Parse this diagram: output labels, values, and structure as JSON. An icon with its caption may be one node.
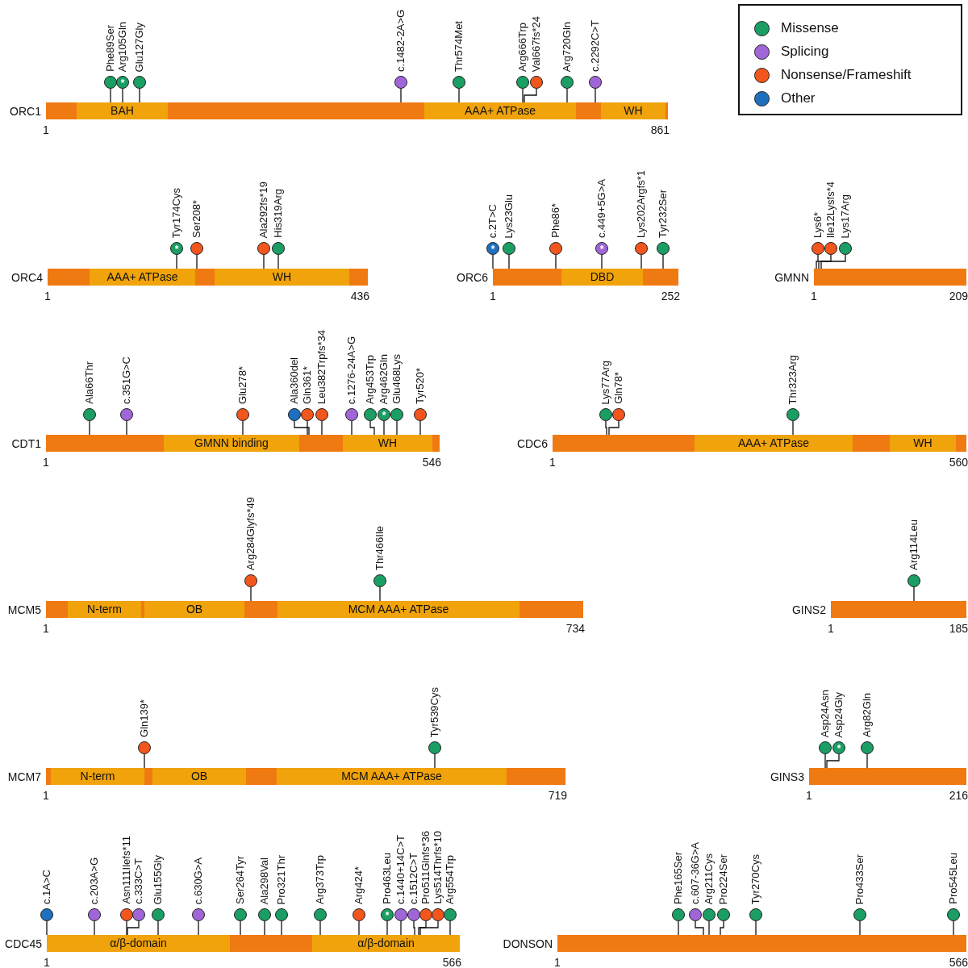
{
  "diagram": {
    "nodes": [
      {
        "text": [
          "ORC1"
        ],
        "beside": [
          "1",
          "861"
        ]
      },
      {
        "text": [
          "BAH"
        ],
        "in": 0
      },
      {
        "text": [
          "AAA+ ATPase"
        ],
        "in": 0
      },
      {
        "text": [
          "WH"
        ],
        "in": 0
      },
      {
        "text": [
          "Phe89Ser"
        ]
      },
      {
        "text": [
          "Arg105Gln",
          "*"
        ]
      },
      {
        "text": [
          "Glu127Gly"
        ]
      },
      {
        "text": [
          "c.1482-2A>G"
        ]
      },
      {
        "text": [
          "Thr574Met"
        ]
      },
      {
        "text": [
          "Arg666Trp"
        ]
      },
      {
        "text": [
          "Val667fs*24"
        ]
      },
      {
        "text": [
          "Arg720Gln"
        ]
      },
      {
        "text": [
          "c.2292C>T"
        ]
      },
      {
        "text": [
          "ORC4"
        ],
        "beside": [
          "1",
          "436"
        ]
      },
      {
        "text": [
          "AAA+ ATPase"
        ],
        "in": 13
      },
      {
        "text": [
          "WH"
        ],
        "in": 13
      },
      {
        "text": [
          "Tyr174Cys",
          "*"
        ]
      },
      {
        "text": [
          "Ser208*"
        ]
      },
      {
        "text": [
          "Ala292fs*19"
        ]
      },
      {
        "text": [
          "His319Arg"
        ]
      },
      {
        "text": [
          "ORC6"
        ],
        "beside": [
          "1",
          "252"
        ]
      },
      {
        "text": [
          "DBD"
        ],
        "in": 20
      },
      {
        "text": [
          "c.2T>C",
          "*"
        ]
      },
      {
        "text": [
          "Lys23Glu"
        ]
      },
      {
        "text": [
          "Phe86*"
        ]
      },
      {
        "text": [
          "c.449+5G>A",
          "*"
        ]
      },
      {
        "text": [
          "Lys202Argfs*1"
        ]
      },
      {
        "text": [
          "Tyr232Ser"
        ]
      },
      {
        "text": [
          "GMNN"
        ],
        "beside": [
          "1",
          "209"
        ]
      },
      {
        "text": [
          "Lys6*"
        ]
      },
      {
        "text": [
          "Ile12Lysfs*4"
        ]
      },
      {
        "text": [
          "Lys17Arg"
        ]
      },
      {
        "text": [
          "CDT1"
        ],
        "beside": [
          "1",
          "546"
        ]
      },
      {
        "text": [
          "GMNN binding"
        ],
        "in": 32
      },
      {
        "text": [
          "WH"
        ],
        "in": 32
      },
      {
        "text": [
          "Ala66Thr"
        ]
      },
      {
        "text": [
          "c.351G>C"
        ]
      },
      {
        "text": [
          "Glu278*"
        ]
      },
      {
        "text": [
          "Ala360del"
        ]
      },
      {
        "text": [
          "Gln361*"
        ]
      },
      {
        "text": [
          "Leu382Trpfs*34"
        ]
      },
      {
        "text": [
          "c.1276-24A>G"
        ]
      },
      {
        "text": [
          "Arg453Trp"
        ]
      },
      {
        "text": [
          "Arg462Gln",
          "*"
        ]
      },
      {
        "text": [
          "Glu468Lys"
        ]
      },
      {
        "text": [
          "Tyr520*"
        ]
      },
      {
        "text": [
          "CDC6"
        ],
        "beside": [
          "1",
          "560"
        ]
      },
      {
        "text": [
          "AAA+ ATPase"
        ],
        "in": 46
      },
      {
        "text": [
          "WH"
        ],
        "in": 46
      },
      {
        "text": [
          "Lys77Arg"
        ]
      },
      {
        "text": [
          "Gln78*"
        ]
      },
      {
        "text": [
          "Thr323Arg"
        ]
      },
      {
        "text": [
          "MCM5"
        ],
        "beside": [
          "1",
          "734"
        ]
      },
      {
        "text": [
          "N-term"
        ],
        "in": 52
      },
      {
        "text": [
          "OB"
        ],
        "in": 52
      },
      {
        "text": [
          "MCM AAA+ ATPase"
        ],
        "in": 52
      },
      {
        "text": [
          "Arg284Glyfs*49"
        ]
      },
      {
        "text": [
          "Thr466Ile"
        ]
      },
      {
        "text": [
          "GINS2"
        ],
        "beside": [
          "1",
          "185"
        ]
      },
      {
        "text": [
          "Arg114Leu"
        ]
      },
      {
        "text": [
          "MCM7"
        ],
        "beside": [
          "1",
          "719"
        ]
      },
      {
        "text": [
          "N-term"
        ],
        "in": 60
      },
      {
        "text": [
          "OB"
        ],
        "in": 60
      },
      {
        "text": [
          "MCM AAA+ ATPase"
        ],
        "in": 60
      },
      {
        "text": [
          "Gln139*"
        ]
      },
      {
        "text": [
          "Tyr539Cys"
        ]
      },
      {
        "text": [
          "GINS3"
        ],
        "beside": [
          "1",
          "216"
        ]
      },
      {
        "text": [
          "Asp24Asn"
        ]
      },
      {
        "text": [
          "Asp24Gly",
          "*"
        ]
      },
      {
        "text": [
          "Arg82Gln"
        ]
      },
      {
        "text": [
          "CDC45"
        ],
        "beside": [
          "1",
          "566"
        ]
      },
      {
        "text": [
          "α/β-domain"
        ],
        "in": 70
      },
      {
        "text": [
          "α/β-domain"
        ],
        "in": 70
      },
      {
        "text": [
          "c.1A>C"
        ]
      },
      {
        "text": [
          "c.203A>G"
        ]
      },
      {
        "text": [
          "Asn111Ilefs*11"
        ]
      },
      {
        "text": [
          "c.333C>T"
        ]
      },
      {
        "text": [
          "Glu155Gly"
        ]
      },
      {
        "text": [
          "c.630G>A"
        ]
      },
      {
        "text": [
          "Ser264Tyr"
        ]
      },
      {
        "text": [
          "Ala298Val"
        ]
      },
      {
        "text": [
          "Pro321Thr"
        ]
      },
      {
        "text": [
          "Arg373Trp"
        ]
      },
      {
        "text": [
          "Arg424*"
        ]
      },
      {
        "text": [
          "Pro463Leu",
          "*"
        ]
      },
      {
        "text": [
          "c.1440+14C>T"
        ]
      },
      {
        "text": [
          "c.1512C>T"
        ]
      },
      {
        "text": [
          "Pro511Glnfs*36"
        ]
      },
      {
        "text": [
          "Lys514Thrfs*10"
        ]
      },
      {
        "text": [
          "Arg554Trp"
        ]
      },
      {
        "text": [
          "DONSON"
        ],
        "beside": [
          "1",
          "566"
        ]
      },
      {
        "text": [
          "Phe165Ser"
        ]
      },
      {
        "text": [
          "c.607-36G>A"
        ]
      },
      {
        "text": [
          "Arg211Cys"
        ]
      },
      {
        "text": [
          "Pro224Ser"
        ]
      },
      {
        "text": [
          "Tyr270Cys"
        ]
      },
      {
        "text": [
          "Pro433Ser"
        ]
      },
      {
        "text": [
          "Pro545Leu"
        ]
      }
    ],
    "edges": [
      {
        "from": 4,
        "to": 0,
        "arrow": "none"
      },
      {
        "from": 5,
        "to": 0,
        "arrow": "none"
      },
      {
        "from": 6,
        "to": 0,
        "arrow": "none"
      },
      {
        "from": 7,
        "to": 0,
        "arrow": "none"
      },
      {
        "from": 8,
        "to": 0,
        "arrow": "none"
      },
      {
        "from": 9,
        "to": 0,
        "arrow": "none"
      },
      {
        "from": 10,
        "to": 0,
        "arrow": "none"
      },
      {
        "from": 11,
        "to": 0,
        "arrow": "none"
      },
      {
        "from": 12,
        "to": 0,
        "arrow": "none"
      },
      {
        "from": 16,
        "to": 13,
        "arrow": "none"
      },
      {
        "from": 17,
        "to": 13,
        "arrow": "none"
      },
      {
        "from": 18,
        "to": 13,
        "arrow": "none"
      },
      {
        "from": 19,
        "to": 13,
        "arrow": "none"
      },
      {
        "from": 22,
        "to": 20,
        "arrow": "none"
      },
      {
        "from": 23,
        "to": 20,
        "arrow": "none"
      },
      {
        "from": 24,
        "to": 20,
        "arrow": "none"
      },
      {
        "from": 25,
        "to": 20,
        "arrow": "none"
      },
      {
        "from": 26,
        "to": 20,
        "arrow": "none"
      },
      {
        "from": 27,
        "to": 20,
        "arrow": "none"
      },
      {
        "from": 29,
        "to": 28,
        "arrow": "none"
      },
      {
        "from": 30,
        "to": 28,
        "arrow": "none"
      },
      {
        "from": 31,
        "to": 28,
        "arrow": "none"
      },
      {
        "from": 35,
        "to": 32,
        "arrow": "none"
      },
      {
        "from": 36,
        "to": 32,
        "arrow": "none"
      },
      {
        "from": 37,
        "to": 32,
        "arrow": "none"
      },
      {
        "from": 38,
        "to": 32,
        "arrow": "none"
      },
      {
        "from": 39,
        "to": 32,
        "arrow": "none"
      },
      {
        "from": 40,
        "to": 32,
        "arrow": "none"
      },
      {
        "from": 41,
        "to": 32,
        "arrow": "none"
      },
      {
        "from": 42,
        "to": 32,
        "arrow": "none"
      },
      {
        "from": 43,
        "to": 32,
        "arrow": "none"
      },
      {
        "from": 44,
        "to": 32,
        "arrow": "none"
      },
      {
        "from": 45,
        "to": 32,
        "arrow": "none"
      },
      {
        "from": 49,
        "to": 46,
        "arrow": "none"
      },
      {
        "from": 50,
        "to": 46,
        "arrow": "none"
      },
      {
        "from": 51,
        "to": 46,
        "arrow": "none"
      },
      {
        "from": 56,
        "to": 52,
        "arrow": "none"
      },
      {
        "from": 57,
        "to": 52,
        "arrow": "none"
      },
      {
        "from": 59,
        "to": 58,
        "arrow": "none"
      },
      {
        "from": 64,
        "to": 60,
        "arrow": "none"
      },
      {
        "from": 65,
        "to": 60,
        "arrow": "none"
      },
      {
        "from": 67,
        "to": 66,
        "arrow": "none"
      },
      {
        "from": 68,
        "to": 66,
        "arrow": "none"
      },
      {
        "from": 69,
        "to": 66,
        "arrow": "none"
      },
      {
        "from": 73,
        "to": 70,
        "arrow": "none"
      },
      {
        "from": 74,
        "to": 70,
        "arrow": "none"
      },
      {
        "from": 75,
        "to": 70,
        "arrow": "none"
      },
      {
        "from": 76,
        "to": 70,
        "arrow": "none"
      },
      {
        "from": 77,
        "to": 70,
        "arrow": "none"
      },
      {
        "from": 78,
        "to": 70,
        "arrow": "none"
      },
      {
        "from": 79,
        "to": 70,
        "arrow": "none"
      },
      {
        "from": 80,
        "to": 70,
        "arrow": "none"
      },
      {
        "from": 81,
        "to": 70,
        "arrow": "none"
      },
      {
        "from": 82,
        "to": 70,
        "arrow": "none"
      },
      {
        "from": 83,
        "to": 70,
        "arrow": "none"
      },
      {
        "from": 84,
        "to": 70,
        "arrow": "none"
      },
      {
        "from": 85,
        "to": 70,
        "arrow": "none"
      },
      {
        "from": 86,
        "to": 70,
        "arrow": "none"
      },
      {
        "from": 87,
        "to": 70,
        "arrow": "none"
      },
      {
        "from": 88,
        "to": 70,
        "arrow": "none"
      },
      {
        "from": 89,
        "to": 70,
        "arrow": "none"
      },
      {
        "from": 91,
        "to": 90,
        "arrow": "none"
      },
      {
        "from": 92,
        "to": 90,
        "arrow": "none"
      },
      {
        "from": 93,
        "to": 90,
        "arrow": "none"
      },
      {
        "from": 94,
        "to": 90,
        "arrow": "none"
      },
      {
        "from": 95,
        "to": 90,
        "arrow": "none"
      },
      {
        "from": 96,
        "to": 90,
        "arrow": "none"
      },
      {
        "from": 97,
        "to": 90,
        "arrow": "none"
      }
    ],
    "legend": [
      {
        "text": "Missense",
        "color": "#1a9e64"
      },
      {
        "text": "Splicing",
        "color": "#a066d8"
      },
      {
        "text": "Nonsense/Frameshift",
        "color": "#f2561d"
      },
      {
        "text": "Other",
        "color": "#1f6fbf"
      }
    ]
  }
}
